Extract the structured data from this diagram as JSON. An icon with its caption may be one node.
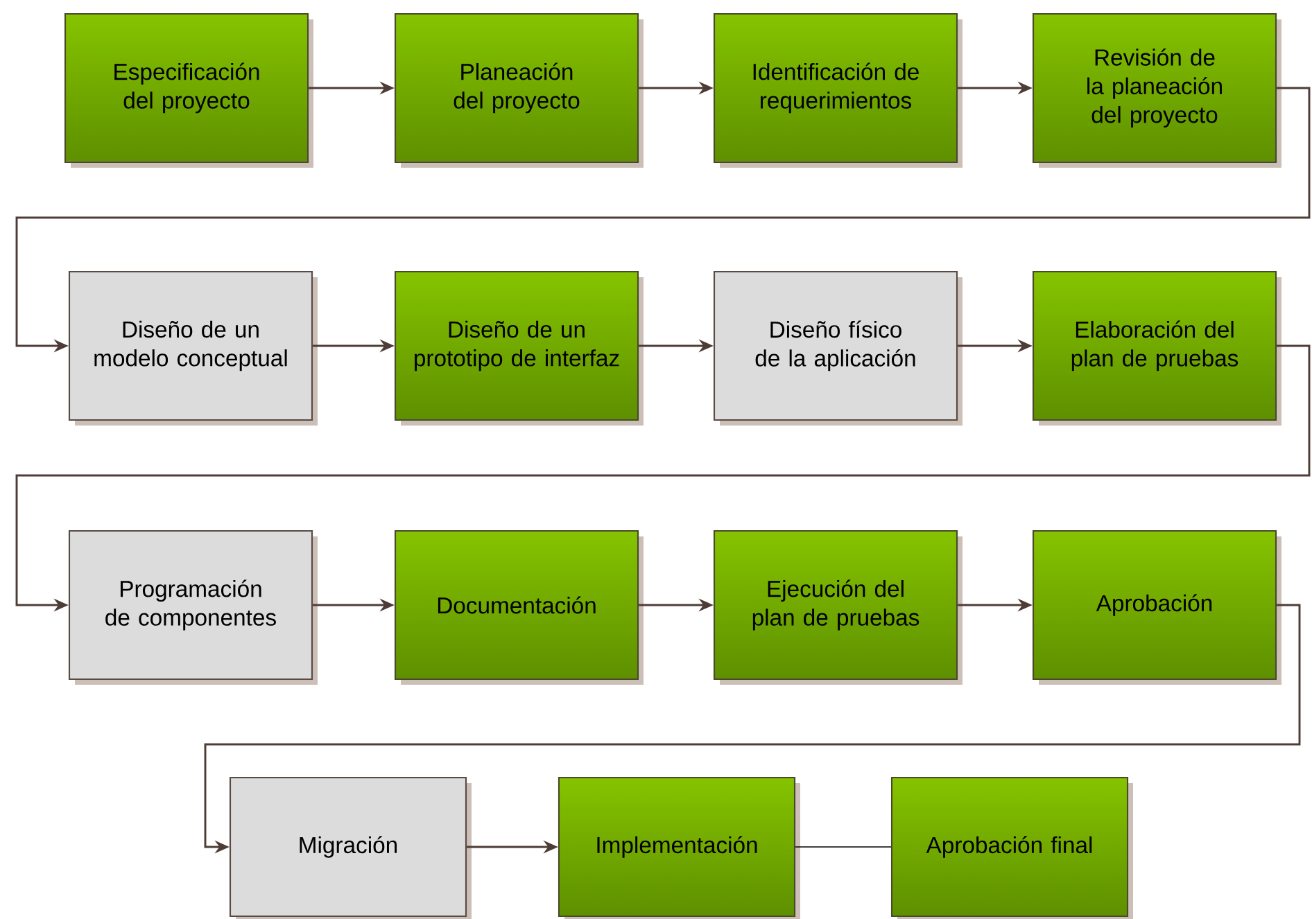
{
  "diagram": {
    "nodes": [
      {
        "text": [
          "Especificación del proyecto"
        ]
      },
      {
        "text": [
          "Planeación del proyecto"
        ]
      },
      {
        "text": [
          "Identificación de requerimientos"
        ]
      },
      {
        "text": [
          "Revisión de la planeación del proyecto"
        ]
      },
      {
        "text": [
          "Diseño de un modelo conceptual"
        ]
      },
      {
        "text": [
          "Diseño de un prototipo de interfaz"
        ]
      },
      {
        "text": [
          "Diseño físico de la aplicación"
        ]
      },
      {
        "text": [
          "Elaboración del plan de pruebas"
        ]
      },
      {
        "text": [
          "Programación de componentes"
        ]
      },
      {
        "text": [
          "Documentación"
        ]
      },
      {
        "text": [
          "Ejecución del plan de pruebas"
        ]
      },
      {
        "text": [
          "Aprobación"
        ]
      },
      {
        "text": [
          "Migración"
        ]
      },
      {
        "text": [
          "Implementación"
        ]
      },
      {
        "text": [
          "Aprobación final"
        ]
      }
    ],
    "edges": [
      {
        "from": 0,
        "to": 1,
        "arrow": "to"
      },
      {
        "from": 1,
        "to": 2,
        "arrow": "to"
      },
      {
        "from": 2,
        "to": 3,
        "arrow": "to"
      },
      {
        "from": 3,
        "to": 4,
        "arrow": "to"
      },
      {
        "from": 4,
        "to": 5,
        "arrow": "to"
      },
      {
        "from": 5,
        "to": 6,
        "arrow": "to"
      },
      {
        "from": 6,
        "to": 7,
        "arrow": "to"
      },
      {
        "from": 7,
        "to": 8,
        "arrow": "to"
      },
      {
        "from": 8,
        "to": 9,
        "arrow": "to"
      },
      {
        "from": 9,
        "to": 10,
        "arrow": "to"
      },
      {
        "from": 10,
        "to": 11,
        "arrow": "to"
      },
      {
        "from": 11,
        "to": 12,
        "arrow": "to"
      },
      {
        "from": 12,
        "to": 13,
        "arrow": "to"
      },
      {
        "from": 13,
        "to": 14,
        "arrow": "none",
        "color": "#000000"
      }
    ]
  }
}
